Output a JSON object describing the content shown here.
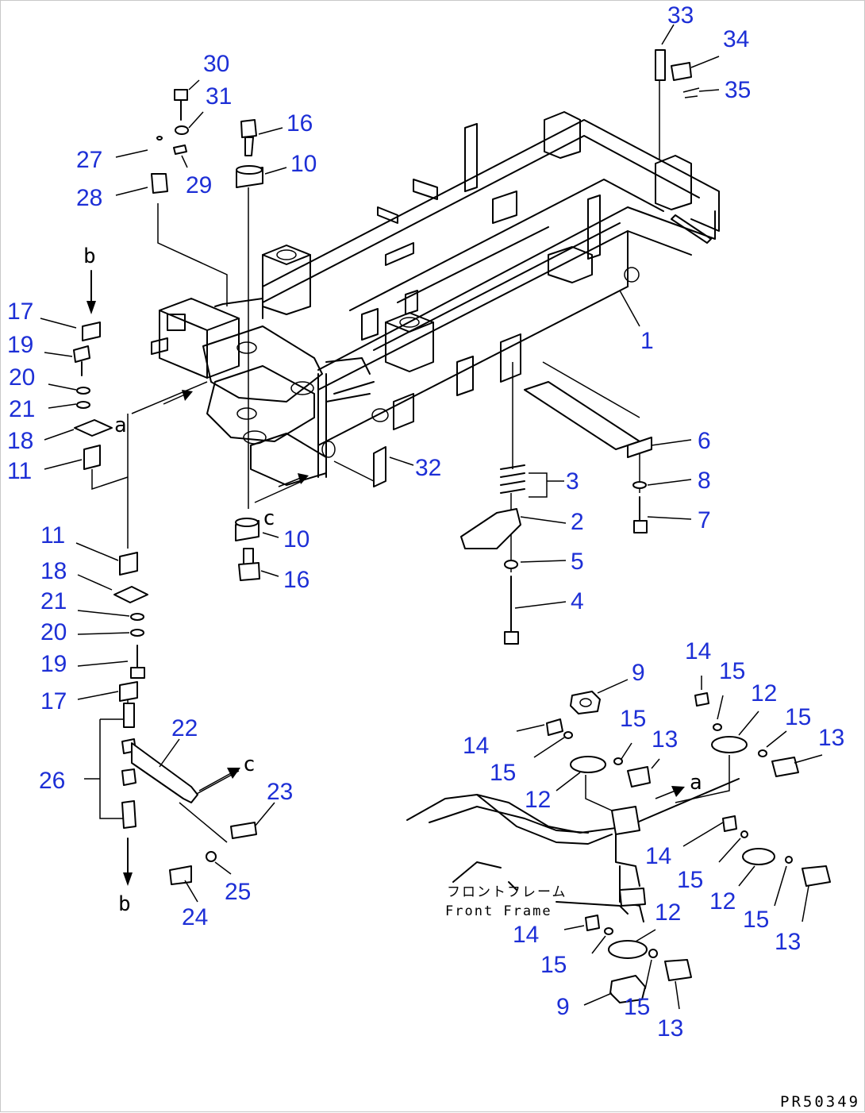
{
  "callouts": [
    {
      "id": "c33",
      "text": "33"
    },
    {
      "id": "c34",
      "text": "34"
    },
    {
      "id": "c35",
      "text": "35"
    },
    {
      "id": "c30",
      "text": "30"
    },
    {
      "id": "c31",
      "text": "31"
    },
    {
      "id": "c16a",
      "text": "16"
    },
    {
      "id": "c10a",
      "text": "10"
    },
    {
      "id": "c27",
      "text": "27"
    },
    {
      "id": "c29",
      "text": "29"
    },
    {
      "id": "c28",
      "text": "28"
    },
    {
      "id": "c17a",
      "text": "17"
    },
    {
      "id": "c19a",
      "text": "19"
    },
    {
      "id": "c20a",
      "text": "20"
    },
    {
      "id": "c21a",
      "text": "21"
    },
    {
      "id": "c18a",
      "text": "18"
    },
    {
      "id": "c11a",
      "text": "11"
    },
    {
      "id": "c1",
      "text": "1"
    },
    {
      "id": "c32",
      "text": "32"
    },
    {
      "id": "c6",
      "text": "6"
    },
    {
      "id": "c3",
      "text": "3"
    },
    {
      "id": "c8",
      "text": "8"
    },
    {
      "id": "c2",
      "text": "2"
    },
    {
      "id": "c7",
      "text": "7"
    },
    {
      "id": "c10b",
      "text": "10"
    },
    {
      "id": "c16b",
      "text": "16"
    },
    {
      "id": "c5",
      "text": "5"
    },
    {
      "id": "c4",
      "text": "4"
    },
    {
      "id": "c11b",
      "text": "11"
    },
    {
      "id": "c18b",
      "text": "18"
    },
    {
      "id": "c21b",
      "text": "21"
    },
    {
      "id": "c20b",
      "text": "20"
    },
    {
      "id": "c19b",
      "text": "19"
    },
    {
      "id": "c17b",
      "text": "17"
    },
    {
      "id": "c22",
      "text": "22"
    },
    {
      "id": "c26",
      "text": "26"
    },
    {
      "id": "c23",
      "text": "23"
    },
    {
      "id": "c25",
      "text": "25"
    },
    {
      "id": "c24",
      "text": "24"
    },
    {
      "id": "c9a",
      "text": "9"
    },
    {
      "id": "c14a",
      "text": "14"
    },
    {
      "id": "c15a",
      "text": "15"
    },
    {
      "id": "c12a",
      "text": "12"
    },
    {
      "id": "c15b",
      "text": "15"
    },
    {
      "id": "c13a",
      "text": "13"
    },
    {
      "id": "c14b",
      "text": "14"
    },
    {
      "id": "c15c",
      "text": "15"
    },
    {
      "id": "c13b",
      "text": "13"
    },
    {
      "id": "c15d",
      "text": "15"
    },
    {
      "id": "c12b",
      "text": "12"
    },
    {
      "id": "c14c",
      "text": "14"
    },
    {
      "id": "c15e",
      "text": "15"
    },
    {
      "id": "c12c",
      "text": "12"
    },
    {
      "id": "c15f",
      "text": "15"
    },
    {
      "id": "c13c",
      "text": "13"
    },
    {
      "id": "c12d",
      "text": "12"
    },
    {
      "id": "c14d",
      "text": "14"
    },
    {
      "id": "c15g",
      "text": "15"
    },
    {
      "id": "c9b",
      "text": "9"
    },
    {
      "id": "c15h",
      "text": "15"
    },
    {
      "id": "c13d",
      "text": "13"
    }
  ],
  "view_letters": {
    "b_top": "b",
    "a_left": "a",
    "c_left": "c",
    "c_right": "c",
    "b_bottom": "b",
    "a_right": "a"
  },
  "front_frame_label": {
    "ja": "フロントフレーム",
    "en": "Front Frame"
  },
  "drawing_ref": "PR50349"
}
